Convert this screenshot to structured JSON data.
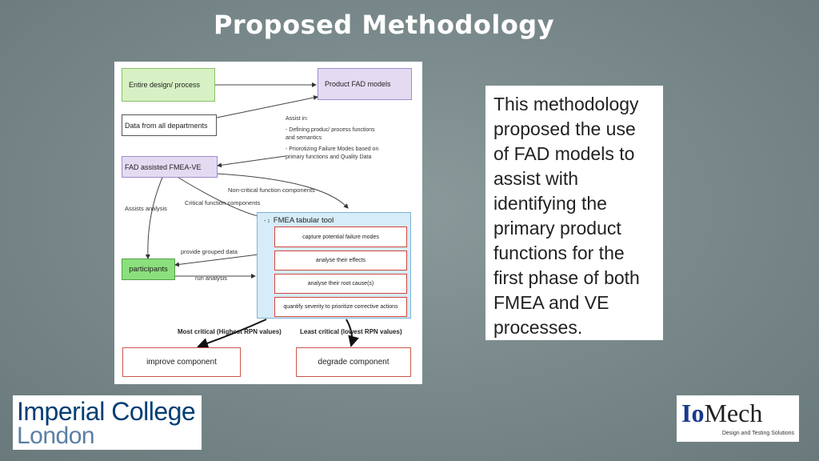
{
  "slide": {
    "title": "Proposed Methodology",
    "description": "This methodology proposed the use of FAD models to assist with identifying the primary product functions for the first phase of both FMEA and VE processes."
  },
  "diagram": {
    "nodes": {
      "entire_design": "Entire design/ process",
      "product_fad": "Product FAD models",
      "data_departments": "Data from all departments",
      "fad_fmea_ve": "FAD assisted FMEA-VE",
      "participants": "participants",
      "fmea_tool": "FMEA tabular tool",
      "fmea_collapse": "- ↕",
      "step1": "capture potential failure modes",
      "step2": "analyse their effects",
      "step3": "analyse their root cause(s)",
      "step4": "quantify severity to prioritize corrective actions",
      "improve": "improve component",
      "degrade": "degrade component"
    },
    "labels": {
      "assist_in": "Assist in:",
      "assist_item1_a": "- Defining produc/ process functions",
      "assist_item1_b": "and semantics",
      "assist_item2_a": "- Priorotizing Failure Modes based on",
      "assist_item2_b": "primary functions and Quality Data",
      "non_critical": "Non-critical function components",
      "critical": "Critical function components",
      "assists_analysis": "Assists analysis",
      "provide_grouped": "provide grouped data",
      "run_analysis": "run analysis",
      "most_critical": "Most critical (Highest RPN values)",
      "least_critical": "Least critical (lowest RPN values)"
    }
  },
  "logos": {
    "imperial_line1": "Imperial College",
    "imperial_line2": "London",
    "iomech_io": "Io",
    "iomech_mech": "Mech",
    "iomech_tagline": "Design and Testing Solutions"
  }
}
